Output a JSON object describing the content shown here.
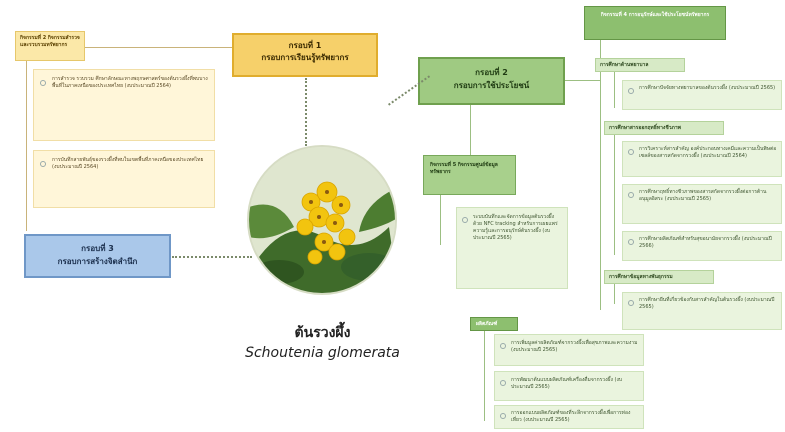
{
  "frame1": {
    "line1": "กรอบที่ 1",
    "line2": "กรอบการเรียนรู้ทรัพยากร"
  },
  "frame2": {
    "line1": "กรอบที่ 2",
    "line2": "กรอบการใช้ประโยชน์"
  },
  "frame3": {
    "line1": "กรอบที่ 3",
    "line2": "กรอบการสร้างจิตสำนึก"
  },
  "activity2": {
    "title": "กิจกรรมที่ 2 กิจกรรมสำรวจและรวบรวมทรัพยากร",
    "items": [
      "การสำรวจ รวบรวม ศึกษาลักษณะทางพฤกษศาสตร์ของต้นรวงผึ้งที่พบบางพื้นที่ในภาคเหนือของประเทศไทย (งบประมาณปี 2564)",
      "การบันทึกสายพันธุ์ของรวงผึ้งที่พบในเขตพื้นที่ภาคเหนือของประเทศไทย (งบประมาณปี 2564)"
    ]
  },
  "activity4": {
    "title": "กิจกรรมที่ 4 การอนุรักษ์และใช้ประโยชน์ทรัพยากร",
    "sections": [
      {
        "head": "การศึกษาด้านพยาบาล",
        "items": [
          "การศึกษาปัจจัยทางพยาบาลของต้นรวงผึ้ง (งบประมาณปี 2565)"
        ]
      },
      {
        "head": "การศึกษาสารออกฤทธิ์ทางชีวภาพ",
        "items": [
          "การวิเคราะห์สารสำคัญ องค์ประกอบทางเคมีและความเป็นพิษต่อเซลล์ของสารสกัดจากรวงผึ้ง (งบประมาณปี 2564)",
          "การศึกษาฤทธิ์ทางชีวภาพของสารสกัดจากรวงผึ้งต่อการต้านอนุมูลอิสระ (งบประมาณปี 2565)",
          "การศึกษาผลิตภัณฑ์สำหรับสุขอนามัยจากรวงผึ้ง (งบประมาณปี 2566)"
        ]
      },
      {
        "head": "การศึกษาข้อมูลทางพันธุกรรม",
        "items": [
          "การศึกษายีนที่เกี่ยวข้องกับสารสำคัญในต้นรวงผึ้ง (งบประมาณปี 2565)"
        ]
      }
    ]
  },
  "activity5": {
    "title": "กิจกรรมที่ 5 กิจกรรมศูนย์ข้อมูลทรัพยากร",
    "item": "ระบบบันทึกและจัดการข้อมูลต้นรวงผึ้งด้วย NFC tracking สำหรับการเผยแพร่ความรู้และการอนุรักษ์ต้นรวงผึ้ง (งบประมาณปี 2565)"
  },
  "outputs": {
    "title": "ผลิตภัณฑ์",
    "items": [
      "การเพิ่มมูลค่าผลิตภัณฑ์จากรวงผึ้งเพื่อสุขภาพและความงาม (งบประมาณปี 2565)",
      "การพัฒนาต้นแบบผลิตภัณฑ์เครื่องดื่มจากรวงผึ้ง (งบประมาณปี 2565)",
      "การออกแบบผลิตภัณฑ์ของที่ระลึกจากรวงผึ้งเพื่อการท่องเที่ยว (งบประมาณปี 2565)"
    ]
  },
  "plant": {
    "thai_name": "ต้นรวงผึ้ง",
    "scientific_name": "Schoutenia glomerata"
  }
}
